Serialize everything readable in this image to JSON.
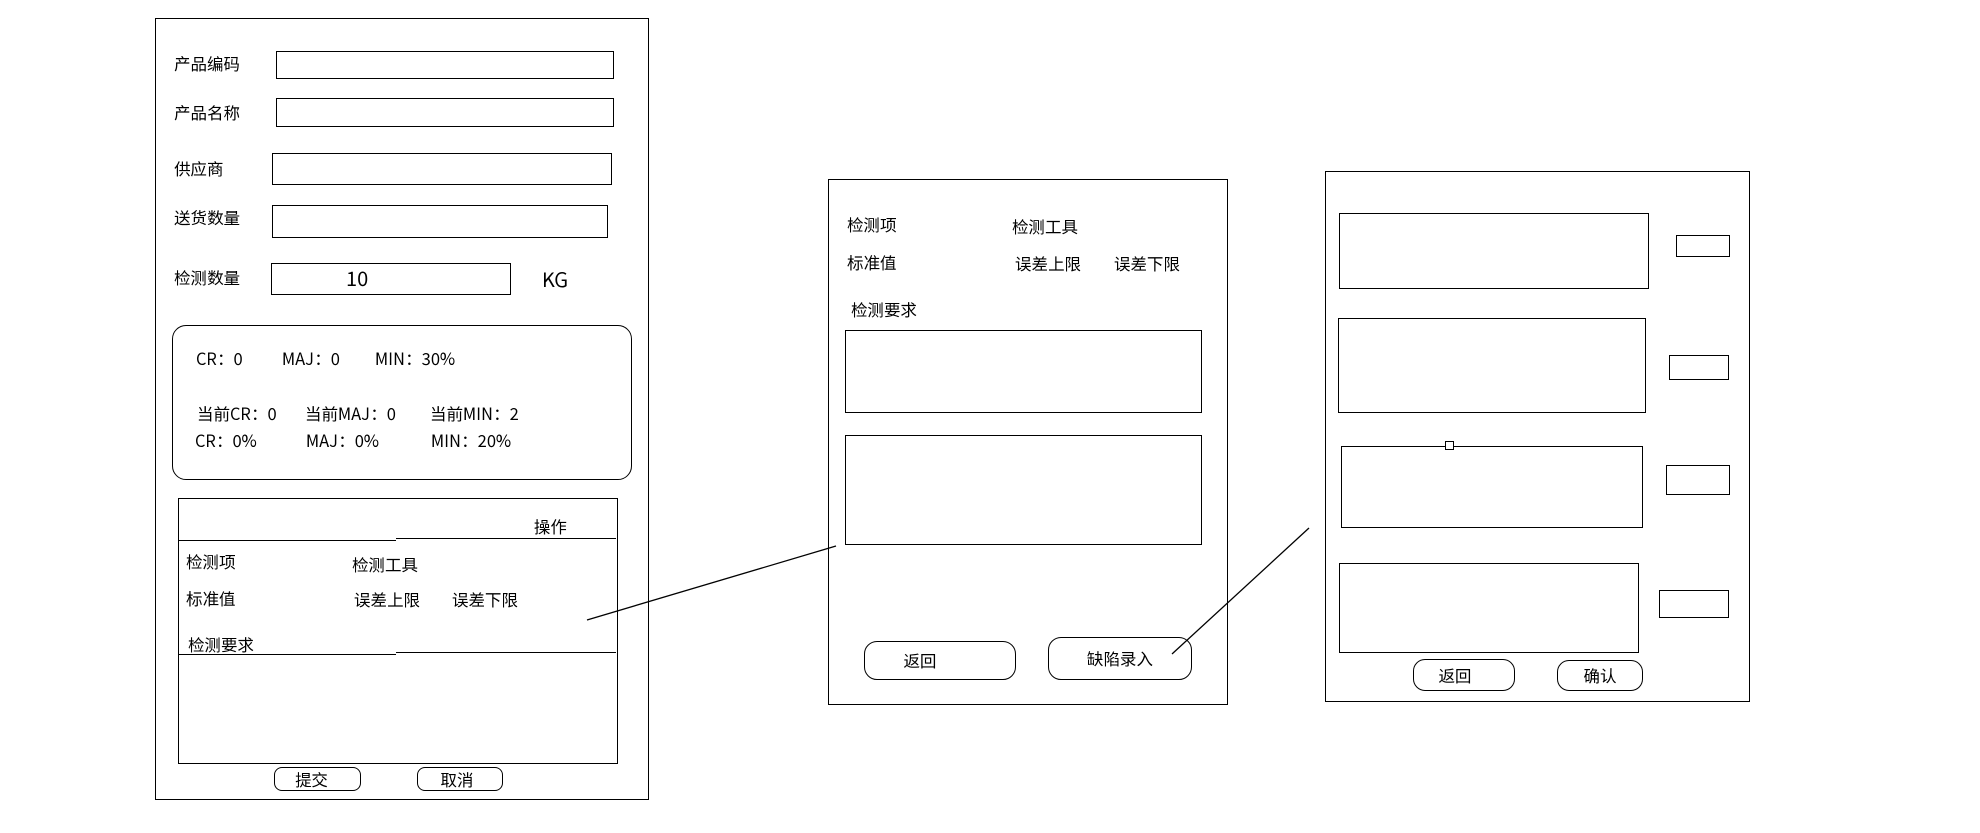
{
  "left_panel": {
    "fields": [
      {
        "label": "产品编码",
        "value": ""
      },
      {
        "label": "产品名称",
        "value": ""
      },
      {
        "label": "供应商",
        "value": ""
      },
      {
        "label": "送货数量",
        "value": ""
      },
      {
        "label": "检测数量",
        "value": "10",
        "unit": "KG"
      }
    ],
    "stats": {
      "line1": [
        "CR：0",
        "MAJ：0",
        "MIN：30%"
      ],
      "line2": [
        "当前CR：0",
        "当前MAJ：0",
        "当前MIN：2"
      ],
      "line3": [
        "CR：0%",
        "MAJ：0%",
        "MIN：20%"
      ]
    },
    "table": {
      "action_header": "操作",
      "item_label": "检测项",
      "tool_label": "检测工具",
      "standard_label": "标准值",
      "upper_label": "误差上限",
      "lower_label": "误差下限",
      "requirement_label": "检测要求"
    },
    "buttons": {
      "submit": "提交",
      "cancel": "取消"
    }
  },
  "middle_panel": {
    "item_label": "检测项",
    "tool_label": "检测工具",
    "standard_label": "标准值",
    "upper_label": "误差上限",
    "lower_label": "误差下限",
    "requirement_label": "检测要求",
    "buttons": {
      "back": "返回",
      "defect_entry": "缺陷录入"
    }
  },
  "right_panel": {
    "buttons": {
      "back": "返回",
      "confirm": "确认"
    }
  },
  "colors": {
    "ink": "#000000",
    "background": "#ffffff"
  }
}
